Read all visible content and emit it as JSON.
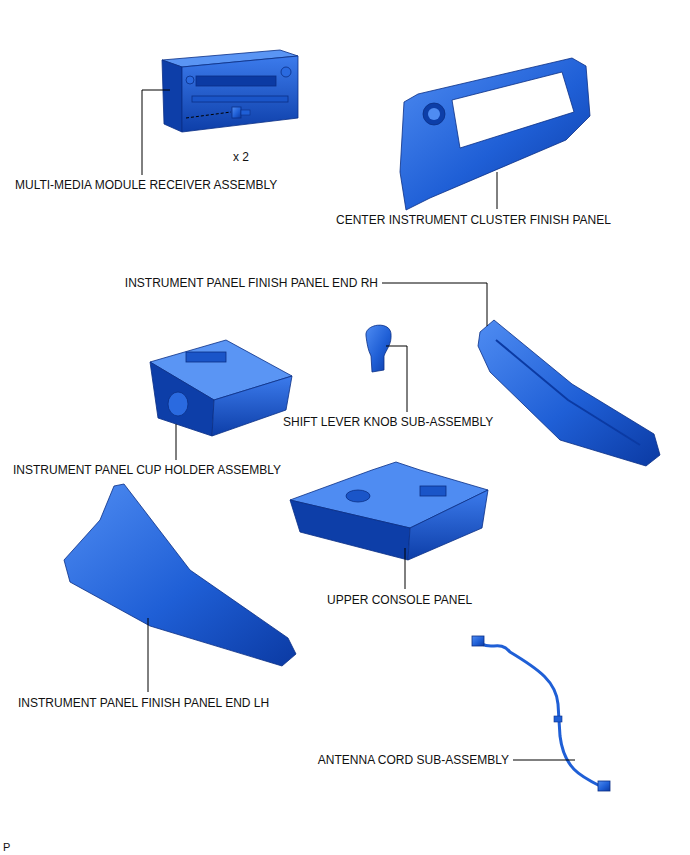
{
  "diagram": {
    "labels": [
      "MULTI-MEDIA MODULE RECEIVER ASSEMBLY",
      "x 2",
      "CENTER INSTRUMENT CLUSTER FINISH PANEL",
      "INSTRUMENT PANEL FINISH PANEL END RH",
      "SHIFT LEVER KNOB SUB-ASSEMBLY",
      "INSTRUMENT PANEL CUP HOLDER ASSEMBLY",
      "UPPER CONSOLE PANEL",
      "INSTRUMENT PANEL FINISH PANEL END LH",
      "ANTENNA CORD SUB-ASSEMBLY",
      "P"
    ]
  }
}
